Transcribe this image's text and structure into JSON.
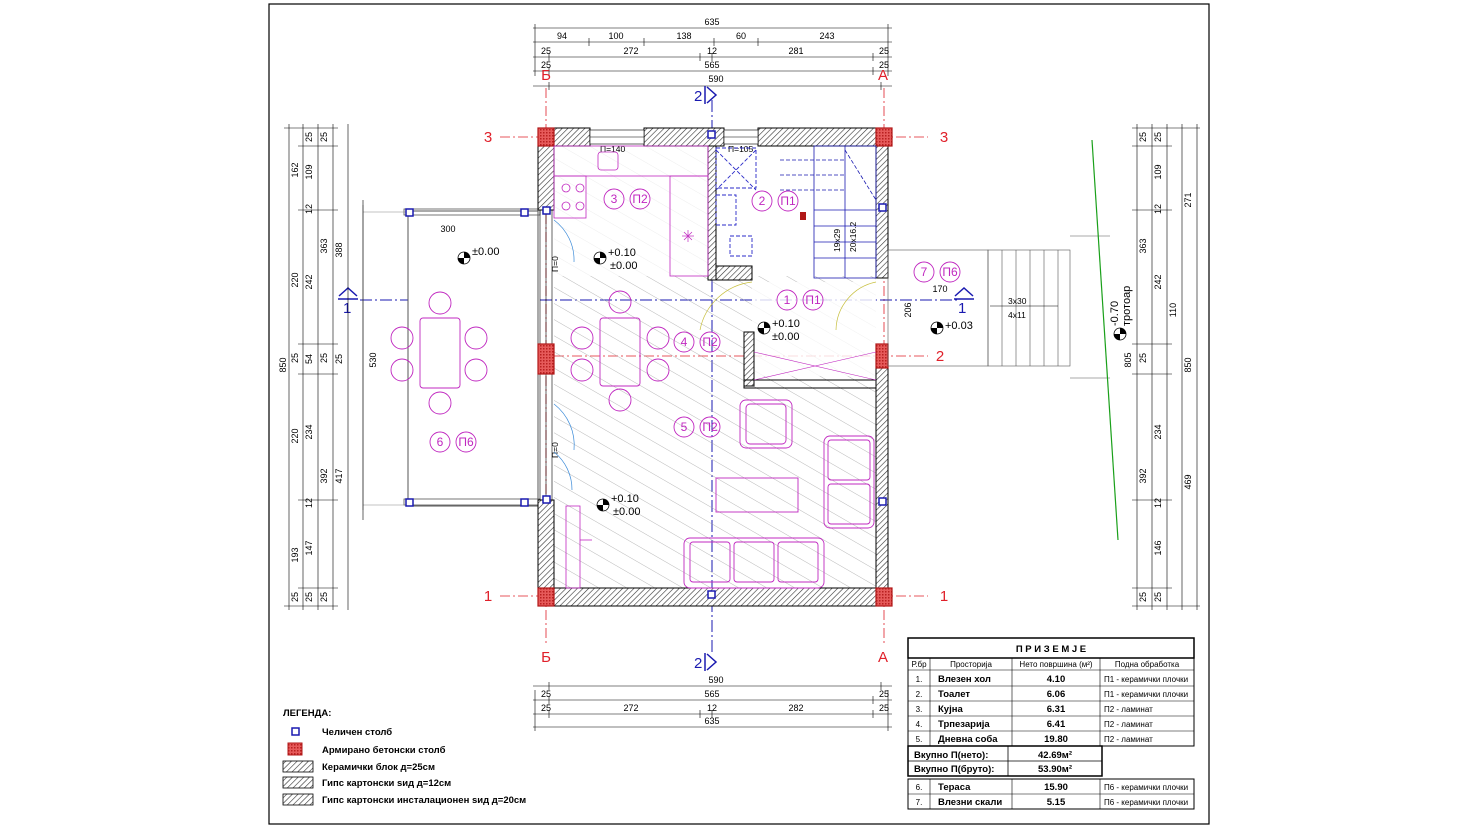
{
  "dims": {
    "top_total": "635",
    "top_segments": [
      "94",
      "100",
      "138",
      "60",
      "243"
    ],
    "top_row2": [
      "25",
      "272",
      "12",
      "281",
      "25"
    ],
    "top_row3": [
      "25",
      "565",
      "25"
    ],
    "top_row4": "590",
    "bottom_row1": "590",
    "bottom_row2": [
      "25",
      "565",
      "25"
    ],
    "bottom_row3": [
      "25",
      "272",
      "12",
      "282",
      "25"
    ],
    "bottom_total": "635",
    "left_outer": "850",
    "left_col2": [
      "388",
      "530",
      "417"
    ],
    "left_col3": [
      "363",
      "54",
      "392"
    ],
    "left_col4": [
      "162",
      "12",
      "220",
      "25",
      "220",
      "12",
      "193"
    ],
    "left_col5": [
      "25",
      "109",
      "242",
      "25",
      "234",
      "147",
      "25"
    ],
    "left_col6": [
      "25",
      "25",
      "25",
      "25"
    ],
    "right_col1": [
      "25",
      "109",
      "242",
      "25",
      "234",
      "146",
      "25"
    ],
    "right_col2": [
      "25",
      "12",
      "363",
      "110",
      "12",
      "392",
      "25"
    ],
    "right_col3": [
      "271",
      "805",
      "469"
    ],
    "right_outer": "850",
    "terrace_width": "300",
    "entry_width": "170",
    "stair_dim_a": "3x30",
    "stair_dim_b": "4x11",
    "entry_depth": "206",
    "stair_inner_a": "19x29",
    "stair_inner_b": "20x16.2"
  },
  "axes": {
    "row_3": "3",
    "row_2": "2",
    "row_1": "1",
    "col_B": "Б",
    "col_A": "А",
    "section_1": "1",
    "section_2": "2"
  },
  "openings": {
    "window_1": "П=140",
    "window_2": "П=105",
    "door_1": "П=0",
    "door_2": "П=0"
  },
  "rooms": [
    {
      "num": "1",
      "floor": "П1"
    },
    {
      "num": "2",
      "floor": "П1"
    },
    {
      "num": "3",
      "floor": "П2"
    },
    {
      "num": "4",
      "floor": "П2"
    },
    {
      "num": "5",
      "floor": "П2"
    },
    {
      "num": "6",
      "floor": "П6"
    },
    {
      "num": "7",
      "floor": "П6"
    }
  ],
  "levels": {
    "terrace": "±0.00",
    "kitchen_a": "+0.10",
    "kitchen_b": "±0.00",
    "hall_a": "+0.10",
    "hall_b": "±0.00",
    "living_a": "+0.10",
    "living_b": "±0.00",
    "entry": "+0.03",
    "sidewalk": "-0.70",
    "sidewalk_label": "тротоар"
  },
  "legend": {
    "title": "ЛЕГЕНДА:",
    "items": [
      "Челичен столб",
      "Армирано бетонски столб",
      "Керамички блок д=25см",
      "Гипс картонски ѕид д=12см",
      "Гипс картонски инсталационен ѕид д=20см"
    ]
  },
  "table": {
    "title": "П Р И З Е М Ј Е",
    "headers": [
      "Р.бр",
      "Просторија",
      "Нето површина (м²)",
      "Подна обработка"
    ],
    "rows": [
      [
        "1.",
        "Влезен хол",
        "4.10",
        "П1 - керамички плочки"
      ],
      [
        "2.",
        "Тоалет",
        "6.06",
        "П1 - керамички плочки"
      ],
      [
        "3.",
        "Кујна",
        "6.31",
        "П2 - ламинат"
      ],
      [
        "4.",
        "Трпезарија",
        "6.41",
        "П2 - ламинат"
      ],
      [
        "5.",
        "Дневна соба",
        "19.80",
        "П2 - ламинат"
      ]
    ],
    "total_net_label": "Вкупно П(нето):",
    "total_net_value": "42.69м²",
    "total_gross_label": "Вкупно П(бруто):",
    "total_gross_value": "53.90м²",
    "extra_rows": [
      [
        "6.",
        "Тераса",
        "15.90",
        "П6 - керамички плочки"
      ],
      [
        "7.",
        "Влезни скали",
        "5.15",
        "П6 - керамички плочки"
      ]
    ]
  },
  "colors": {
    "axis_red": "#e0202a",
    "axis_blue": "#1a1ab0",
    "furniture": "#c028c0",
    "bath": "#2a2ac8",
    "sidewalk_line": "#1aa01a"
  }
}
